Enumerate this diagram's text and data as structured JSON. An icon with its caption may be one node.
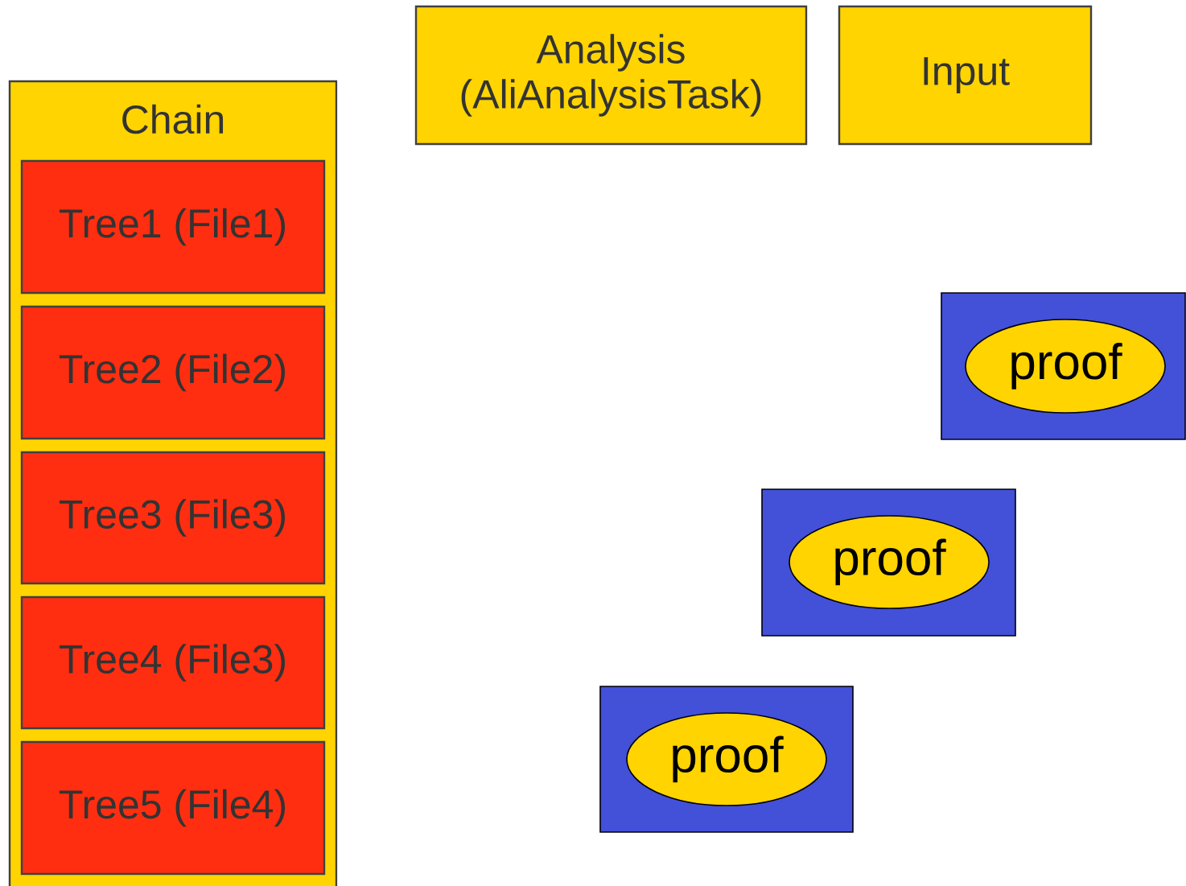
{
  "diagram": {
    "nodes": [
      {
        "text": [
          "Chain"
        ]
      },
      {
        "text": [
          "Tree1 (File1)"
        ],
        "in": 0
      },
      {
        "text": [
          "Tree2 (File2)"
        ],
        "in": 0
      },
      {
        "text": [
          "Tree3 (File3)"
        ],
        "in": 0
      },
      {
        "text": [
          "Tree4 (File3)"
        ],
        "in": 0
      },
      {
        "text": [
          "Tree5 (File4)"
        ],
        "in": 0
      },
      {
        "text": [
          "Analysis (AliAnalysisTask)"
        ]
      },
      {
        "text": [
          "Input"
        ]
      },
      {
        "text": [],
        "shape": "box"
      },
      {
        "text": [
          "proof"
        ],
        "in": 8
      },
      {
        "text": [],
        "shape": "box"
      },
      {
        "text": [
          "proof"
        ],
        "in": 10
      },
      {
        "text": [],
        "shape": "box"
      },
      {
        "text": [
          "proof"
        ],
        "in": 12
      }
    ],
    "edges": []
  }
}
